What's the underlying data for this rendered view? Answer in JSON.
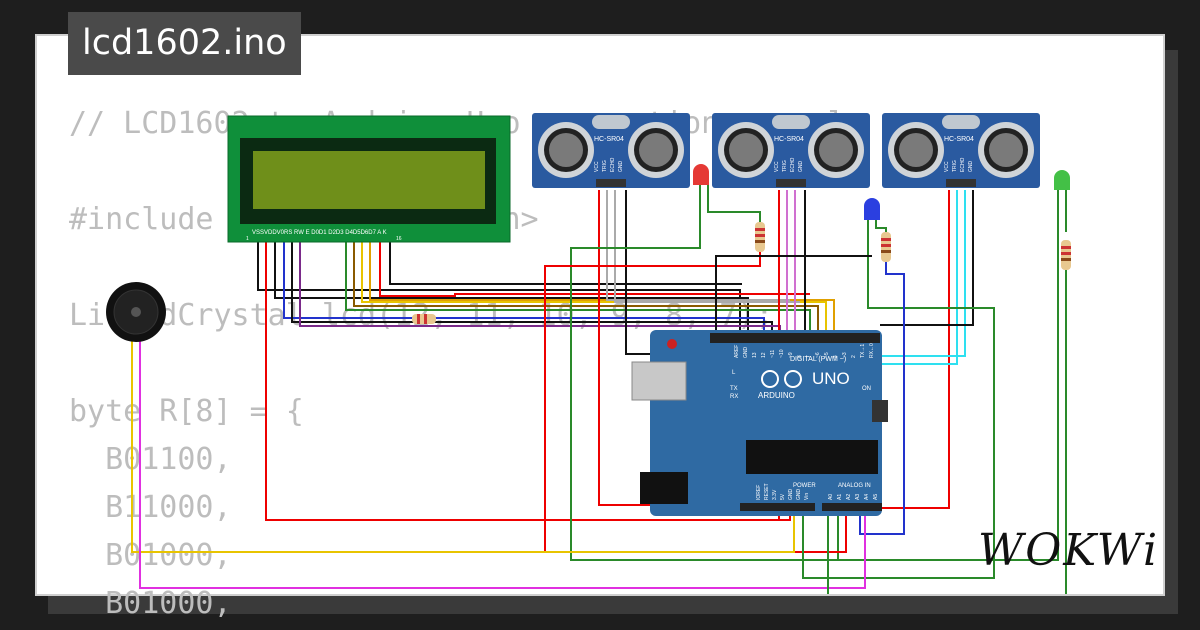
{
  "title": "lcd1602.ino",
  "code_lines": [
    "// LCD1602 to Arduino Uno connection example",
    "",
    "#include <LiquidCrystal.h>",
    "",
    "LiquidCrystal lcd(12, 11, 10, 9, 8, 7);",
    "",
    "byte R[8] = {",
    "  B01100,",
    "  B11000,",
    "  B01000,",
    "  B01000,"
  ],
  "lcd": {
    "pin_labels": "VSSVDDV0RS RW E D0D1 D2D3 D4D5D6D7 A K",
    "pin_first": "1",
    "pin_last": "16"
  },
  "sensors": [
    {
      "model": "HC-SR04",
      "pins": [
        "VCC",
        "TRIG",
        "ECHO",
        "GND"
      ]
    },
    {
      "model": "HC-SR04",
      "pins": [
        "VCC",
        "TRIG",
        "ECHO",
        "GND"
      ]
    },
    {
      "model": "HC-SR04",
      "pins": [
        "VCC",
        "TRIG",
        "ECHO",
        "GND"
      ]
    }
  ],
  "leds": [
    {
      "color": "#e53935"
    },
    {
      "color": "#2b3fe0"
    },
    {
      "color": "#43c046"
    }
  ],
  "arduino": {
    "logo": "UNO",
    "brand": "ARDUINO",
    "digital_label": "DIGITAL (PWM ~)",
    "digital_pins": [
      "AREF",
      "GND",
      "13",
      "12",
      "~11",
      "~10",
      "~9",
      "8",
      "7",
      "~6",
      "~5",
      "4",
      "~3",
      "2",
      "TX→1",
      "RX←0"
    ],
    "power_label": "POWER",
    "analog_label": "ANALOG IN",
    "power_pins": [
      "IOREF",
      "RESET",
      "3.3V",
      "5V",
      "GND",
      "GND",
      "Vin"
    ],
    "analog_pins": [
      "A0",
      "A1",
      "A2",
      "A3",
      "A4",
      "A5"
    ],
    "led_labels": {
      "l": "L",
      "tx": "TX",
      "rx": "RX",
      "on": "ON"
    },
    "board_color": "#2f6aa3"
  },
  "brand_logo": "WOKWi"
}
